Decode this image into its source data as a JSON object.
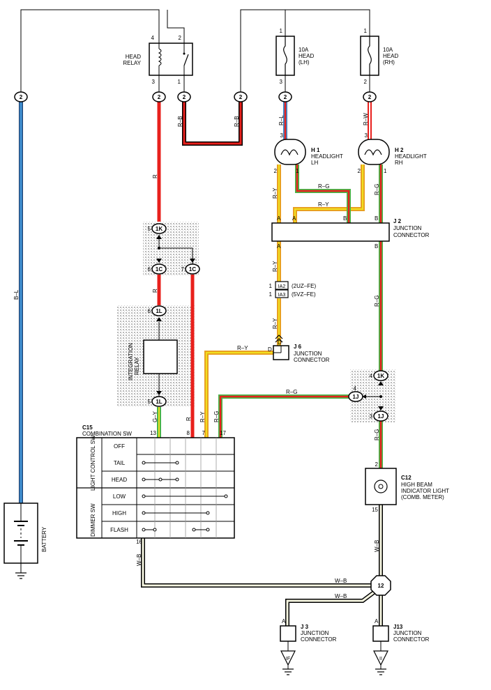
{
  "relay": {
    "name_l1": "HEAD",
    "name_l2": "RELAY",
    "pin4": "4",
    "pin2": "2",
    "pin3": "3",
    "pin1": "1"
  },
  "fuse_lh": {
    "pin_top": "1",
    "pin_bot": "3",
    "l1": "10A",
    "l2": "HEAD",
    "l3": "(LH)"
  },
  "fuse_rh": {
    "pin_top": "1",
    "pin_bot": "2",
    "l1": "10A",
    "l2": "HEAD",
    "l3": "(RH)"
  },
  "connectors": {
    "c2": "2",
    "c1k": "1K",
    "c1c": "1C",
    "c1l": "1L",
    "c1j": "1J",
    "c12": "12"
  },
  "wires": {
    "bl": "B–L",
    "rb": "R–B",
    "r": "R",
    "rl": "R–L",
    "rw": "R–W",
    "ry": "R–Y",
    "rg": "R–G",
    "gy": "G–Y",
    "wb": "W–B"
  },
  "headlight_lh": {
    "id": "H 1",
    "l1": "HEADLIGHT",
    "l2": "LH",
    "pin3": "3",
    "pin2": "2",
    "pin1": "1"
  },
  "headlight_rh": {
    "id": "H 2",
    "l1": "HEADLIGHT",
    "l2": "RH",
    "pin3": "3",
    "pin2": "2",
    "pin1": "1"
  },
  "j2": {
    "id": "J 2",
    "l1": "JUNCTION",
    "l2": "CONNECTOR",
    "a": "A",
    "b": "B"
  },
  "ia": {
    "p1": "1",
    "p2": "1",
    "n1": "IA2",
    "n2": "IA3",
    "d1": "(2UZ–FE)",
    "d2": "(5VZ–FE)"
  },
  "j6": {
    "id": "J 6",
    "l1": "JUNCTION",
    "l2": "CONNECTOR",
    "d1": "D",
    "d2": "D"
  },
  "pins": {
    "p5": "5",
    "p6": "6",
    "p7": "7",
    "p6b": "6",
    "p5b": "5",
    "p4": "4",
    "p4b": "4",
    "p3": "3",
    "p13": "13",
    "p8": "8",
    "p7b": "7",
    "p17": "17",
    "p16": "16",
    "p2": "2",
    "p15": "15"
  },
  "integration_relay": {
    "l1": "INTEGRATION",
    "l2": "RELAY"
  },
  "c15": {
    "id": "C15",
    "name": "COMBINATION SW",
    "group1": "LIGHT CONTROL SW",
    "group2": "DIMMER SW",
    "rows": [
      "OFF",
      "TAIL",
      "HEAD",
      "LOW",
      "HIGH",
      "FLASH"
    ]
  },
  "c12": {
    "id": "C12",
    "l1": "HIGH BEAM",
    "l2": "INDICATOR LIGHT",
    "l3": "(COMB. METER)"
  },
  "battery": {
    "label": "BATTERY"
  },
  "j3": {
    "id": "J 3",
    "l1": "JUNCTION",
    "l2": "CONNECTOR",
    "pin": "A",
    "ground": "IF"
  },
  "j13": {
    "id": "J13",
    "l1": "JUNCTION",
    "l2": "CONNECTOR",
    "pin": "A",
    "ground": "II"
  },
  "colors": {
    "red": "#e8201c",
    "blue": "#3d88c8",
    "green": "#48b448",
    "orange": "#f0a020",
    "yellow": "#f0e020",
    "white_black": "#f5f5e0",
    "dark": "#000000"
  }
}
